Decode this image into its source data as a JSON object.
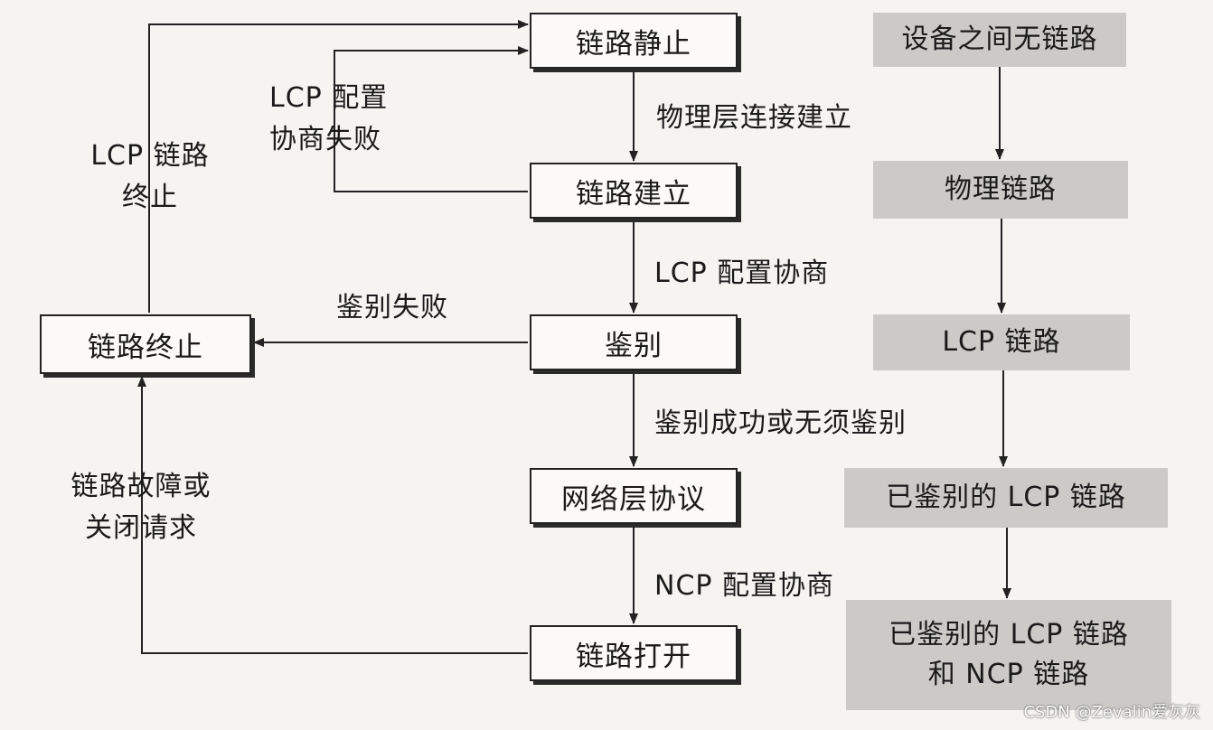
{
  "left_flow": {
    "states": {
      "dead": "链路静止",
      "establish": "链路建立",
      "authenticate": "鉴别",
      "network": "网络层协议",
      "open": "链路打开",
      "terminate": "链路终止"
    },
    "transitions": {
      "physical_up": "物理层连接建立",
      "lcp_negotiation": "LCP 配置协商",
      "auth_success": "鉴别成功或无须鉴别",
      "ncp_negotiation": "NCP 配置协商",
      "auth_fail": "鉴别失败",
      "lcp_fail_line1": "LCP 配置",
      "lcp_fail_line2": "协商失败",
      "lcp_terminate_line1": "LCP 链路",
      "lcp_terminate_line2": "终止",
      "fault_line1": "链路故障或",
      "fault_line2": "关闭请求"
    }
  },
  "right_flow": {
    "stages": [
      {
        "line1": "设备之间无链路",
        "line2": ""
      },
      {
        "line1": "物理链路",
        "line2": ""
      },
      {
        "line1": "LCP 链路",
        "line2": ""
      },
      {
        "line1": "已鉴别的 LCP 链路",
        "line2": ""
      },
      {
        "line1": "已鉴别的 LCP 链路",
        "line2": "和 NCP 链路"
      }
    ]
  },
  "watermark": "CSDN @Zevalin爱灰灰",
  "colors": {
    "line": "#222222",
    "stage_fill": "#cbcac7",
    "background": "#f5f4f1"
  }
}
